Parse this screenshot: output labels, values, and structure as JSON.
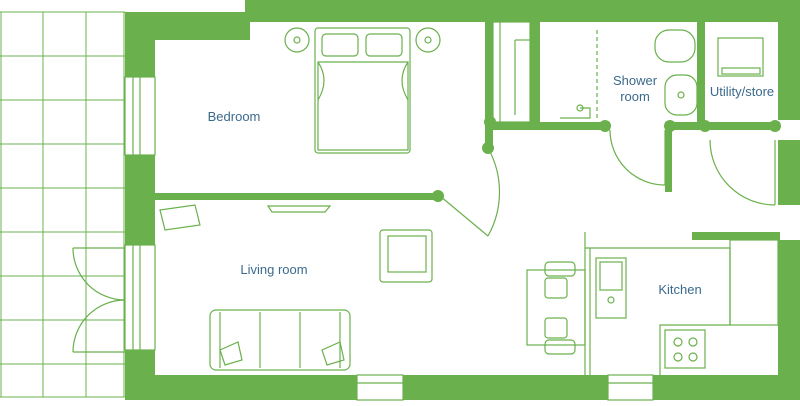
{
  "rooms": {
    "bedroom": "Bedroom",
    "shower_room": [
      "Shower",
      "room"
    ],
    "utility_store": "Utility/store",
    "living_room": "Living room",
    "kitchen": "Kitchen"
  },
  "colors": {
    "wall": "#6ab04c",
    "label": "#3a6a8c",
    "background": "#ffffff"
  }
}
